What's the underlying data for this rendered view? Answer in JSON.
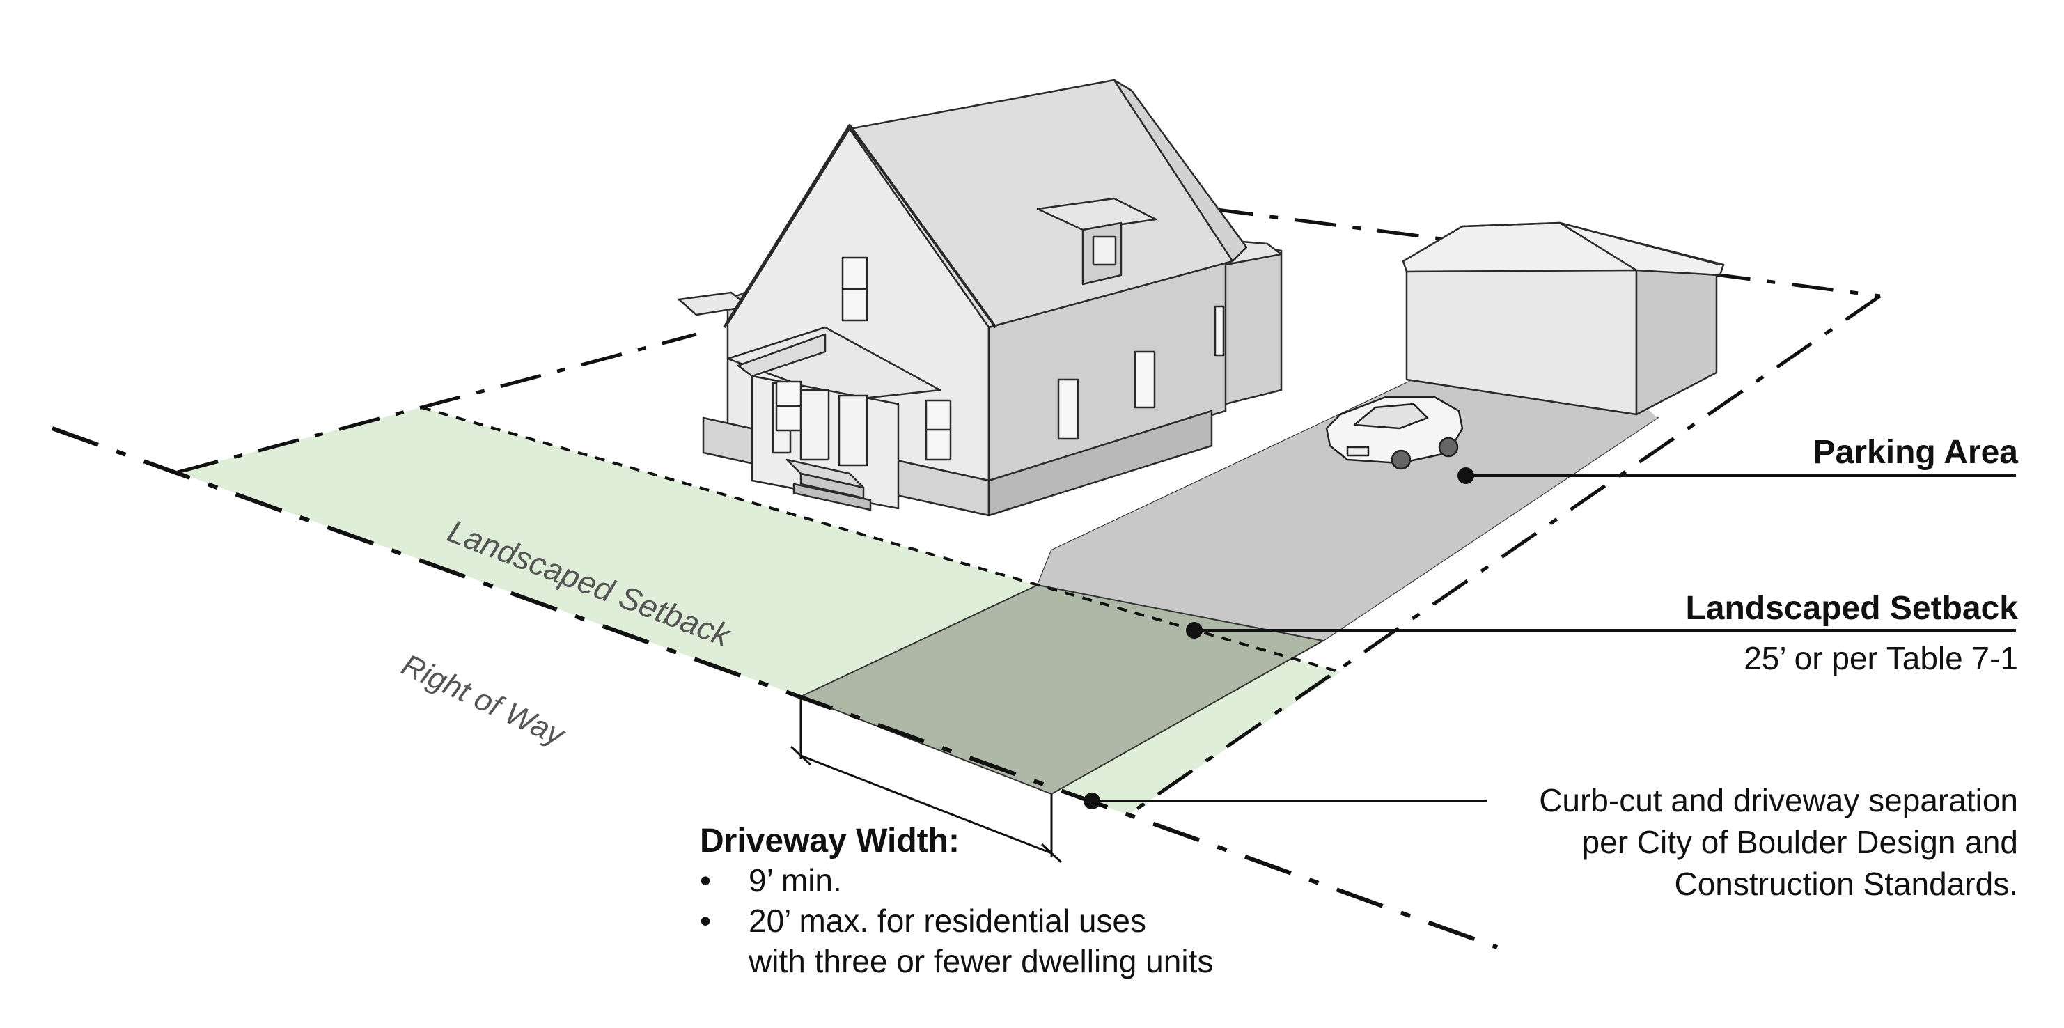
{
  "labels": {
    "parking_area": "Parking Area",
    "landscaped_setback_title": "Landscaped Setback",
    "landscaped_setback_detail": "25’ or per Table 7-1",
    "curb_cut_line1": "Curb-cut and driveway separation",
    "curb_cut_line2": "per City of Boulder Design and",
    "curb_cut_line3": "Construction Standards.",
    "lot_landscaped_setback": "Landscaped Setback",
    "right_of_way": "Right of Way"
  },
  "driveway": {
    "title": "Driveway Width:",
    "bullet": "•",
    "items": [
      "9’ min.",
      "20’ max. for residential uses",
      "with three or fewer dwelling units"
    ]
  },
  "colors": {
    "setback_green": "#dfeed8",
    "driveway_overlap": "#adb9a6",
    "paving_gray": "#c8c8c8",
    "house_light": "#ececec",
    "house_mid": "#dedede",
    "house_dark": "#cfcfcf",
    "line": "#111111"
  }
}
